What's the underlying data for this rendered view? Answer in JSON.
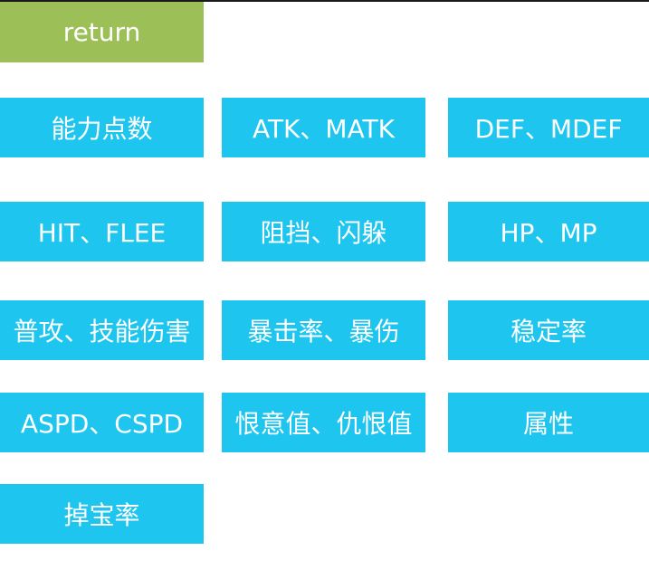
{
  "colors": {
    "return_bg": "#9dbf57",
    "button_bg": "#1ec6ef",
    "text": "#ffffff",
    "page_bg": "#ffffff"
  },
  "return_label": "return",
  "categories": [
    "能力点数",
    "ATK、MATK",
    "DEF、MDEF",
    "HIT、FLEE",
    "阻挡、闪躲",
    "HP、MP",
    "普攻、技能伤害",
    "暴击率、暴伤",
    "稳定率",
    "ASPD、CSPD",
    "恨意值、仇恨值",
    "属性",
    "掉宝率"
  ]
}
